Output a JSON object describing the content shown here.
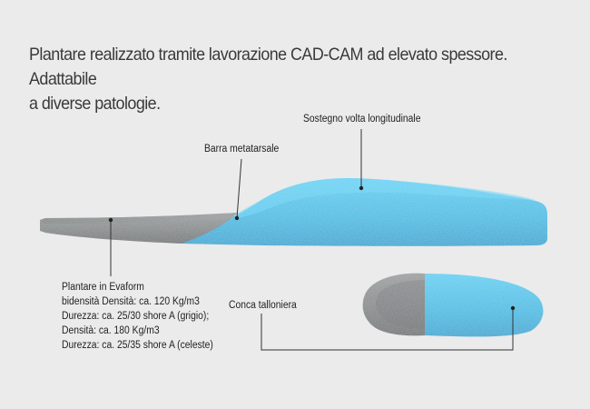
{
  "headline": {
    "line1": "Plantare realizzato tramite lavorazione CAD-CAM ad elevato spessore. Adattabile",
    "line2": "a diverse patologie."
  },
  "labels": {
    "volta": "Sostegno volta longitudinale",
    "barra": "Barra metatarsale",
    "conca": "Conca talloniera"
  },
  "spec": {
    "line1": "Plantare in Evaform",
    "line2": "bidensità Densità: ca. 120 Kg/m3",
    "line3": "Durezza: ca. 25/30 shore A (grigio);",
    "line4": "Densità: ca. 180 Kg/m3",
    "line5": "Durezza: ca. 25/35 shore A (celeste)"
  },
  "colors": {
    "background": "#ebebeb",
    "foam_grey": "#8a8d8e",
    "foam_blue": "#45c0e6",
    "leader": "#333333"
  }
}
